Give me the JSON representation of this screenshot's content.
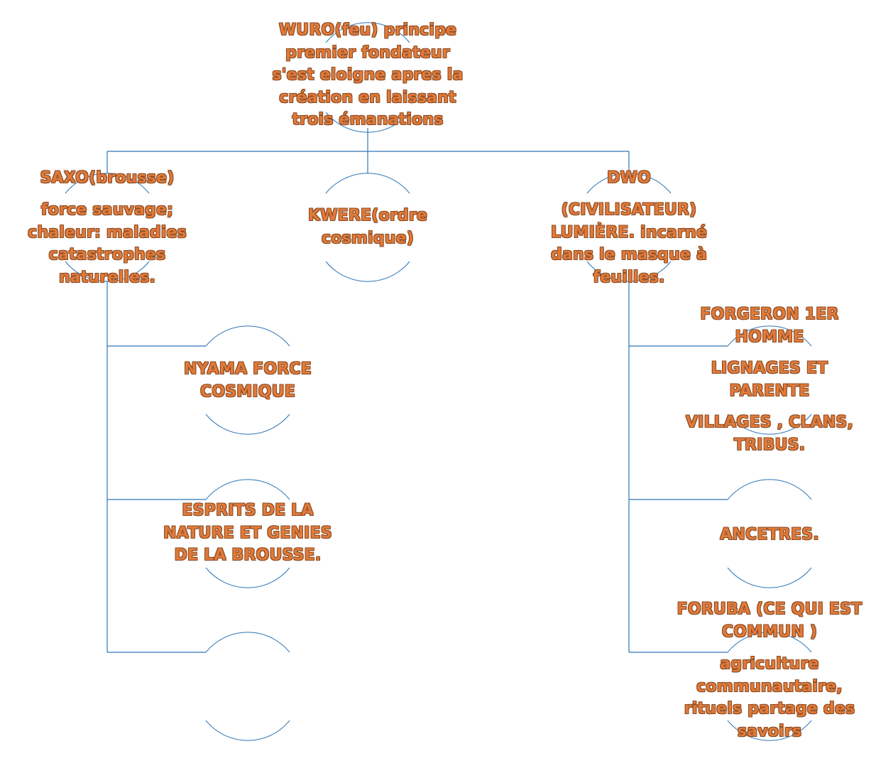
{
  "nodes": {
    "wuro": "WURO(feu) principe\npremier fondateur\ns'est eloigne apres la\ncréation  en  laissant\ntrois émanations",
    "saxo_title": "SAXO(brousse)",
    "saxo_desc": "force sauvage;\nchaleur: maladies\ncatastrophes\nnaturelles.",
    "kwere": "KWERE(ordre\ncosmique)",
    "dwo_title": "DWO",
    "dwo_desc": "(CIVILISATEUR)\nLUMIÈRE. incarné\ndans le masque à\nfeuilles.",
    "nyama": "NYAMA  FORCE\nCOSMIQUE",
    "esprits": "ESPRITS DE LA\nNATURE ET GENIES\nDE LA BROUSSE.",
    "forgeron": "FORGERON 1ER\nHOMME",
    "lignages": "LIGNAGES ET\nPARENTE",
    "villages": "VILLAGES , CLANS,\nTRIBUS.",
    "ancetres": "ANCETRES.",
    "foruba_title": "FORUBA (CE QUI EST\nCOMMUN )",
    "foruba_desc": "agriculture\ncommunautaire,\nrituels partage des\nsavoirs"
  },
  "colors": {
    "text": "#e07a3a",
    "text_outline": "#8a4a22",
    "lines": "#2e75b6"
  }
}
